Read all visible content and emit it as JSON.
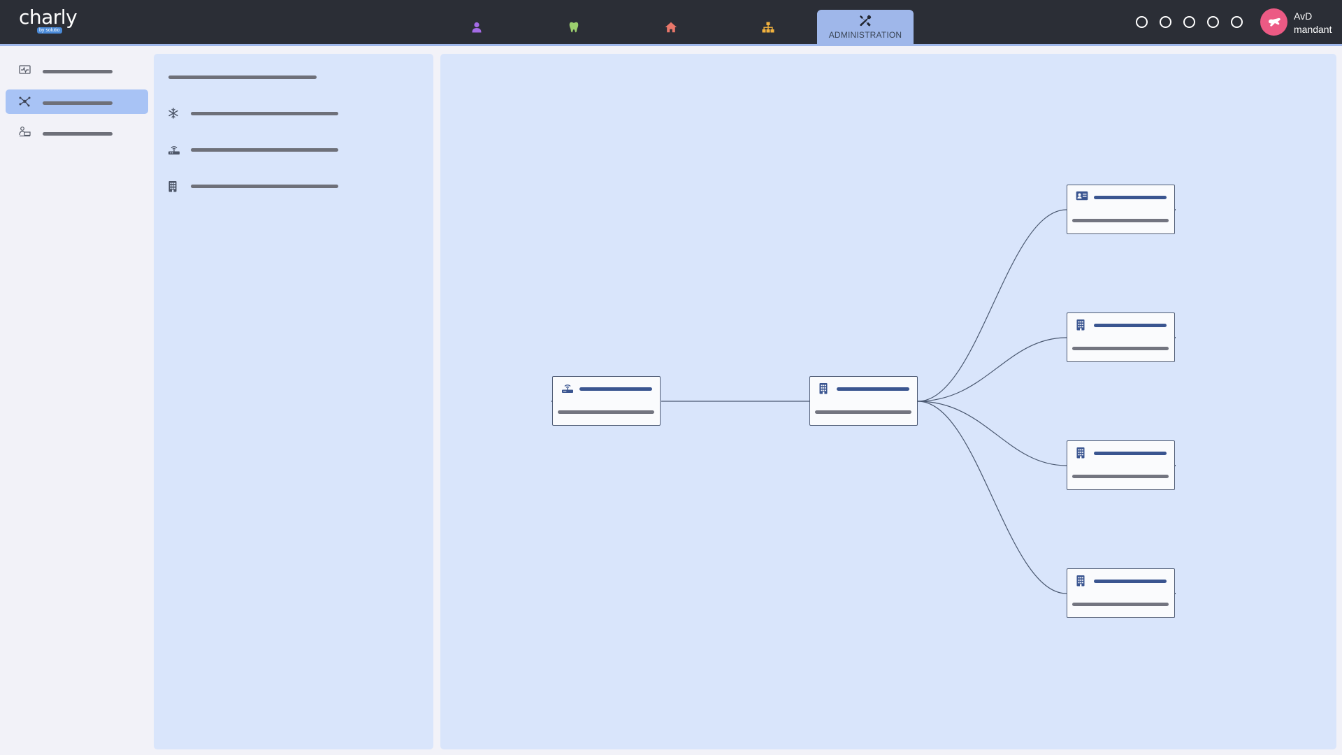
{
  "app": {
    "logo_text": "charly",
    "logo_sub": "by solutio"
  },
  "nav": {
    "items": [
      {
        "icon": "person-icon",
        "color": "#a46be6"
      },
      {
        "icon": "tooth-icon",
        "color": "#9ccf6e"
      },
      {
        "icon": "home-icon",
        "color": "#e9776a"
      },
      {
        "icon": "hierarchy-icon",
        "color": "#f2b23e"
      },
      {
        "icon": "tools-icon",
        "label": "ADMINISTRATION",
        "active": true
      }
    ]
  },
  "header_actions": {
    "count": 5
  },
  "user": {
    "initials": "AvD",
    "role": "mandant",
    "avatar_color": "#ec5a84"
  },
  "sidebar": {
    "items": [
      {
        "icon": "monitor-icon",
        "active": false
      },
      {
        "icon": "network-icon",
        "active": true
      },
      {
        "icon": "workstation-icon",
        "active": false
      }
    ]
  },
  "tree": {
    "items": [
      {
        "icon": "snowflake-icon"
      },
      {
        "icon": "router-icon"
      },
      {
        "icon": "building-icon"
      }
    ]
  },
  "graph": {
    "nodes": [
      {
        "id": "router",
        "icon": "router-icon"
      },
      {
        "id": "hub",
        "icon": "building-icon"
      },
      {
        "id": "contact",
        "icon": "id-card-icon"
      },
      {
        "id": "site-1",
        "icon": "building-icon"
      },
      {
        "id": "site-2",
        "icon": "building-icon"
      },
      {
        "id": "site-3",
        "icon": "building-icon"
      }
    ],
    "edges": [
      [
        "router",
        "hub"
      ],
      [
        "hub",
        "contact"
      ],
      [
        "hub",
        "site-1"
      ],
      [
        "hub",
        "site-2"
      ],
      [
        "hub",
        "site-3"
      ]
    ]
  },
  "colors": {
    "topbar": "#2b2e36",
    "accent": "#9fb7ea",
    "panel": "#d9e5fb",
    "text_placeholder": "#6e7079",
    "title_placeholder": "#3a5590"
  }
}
